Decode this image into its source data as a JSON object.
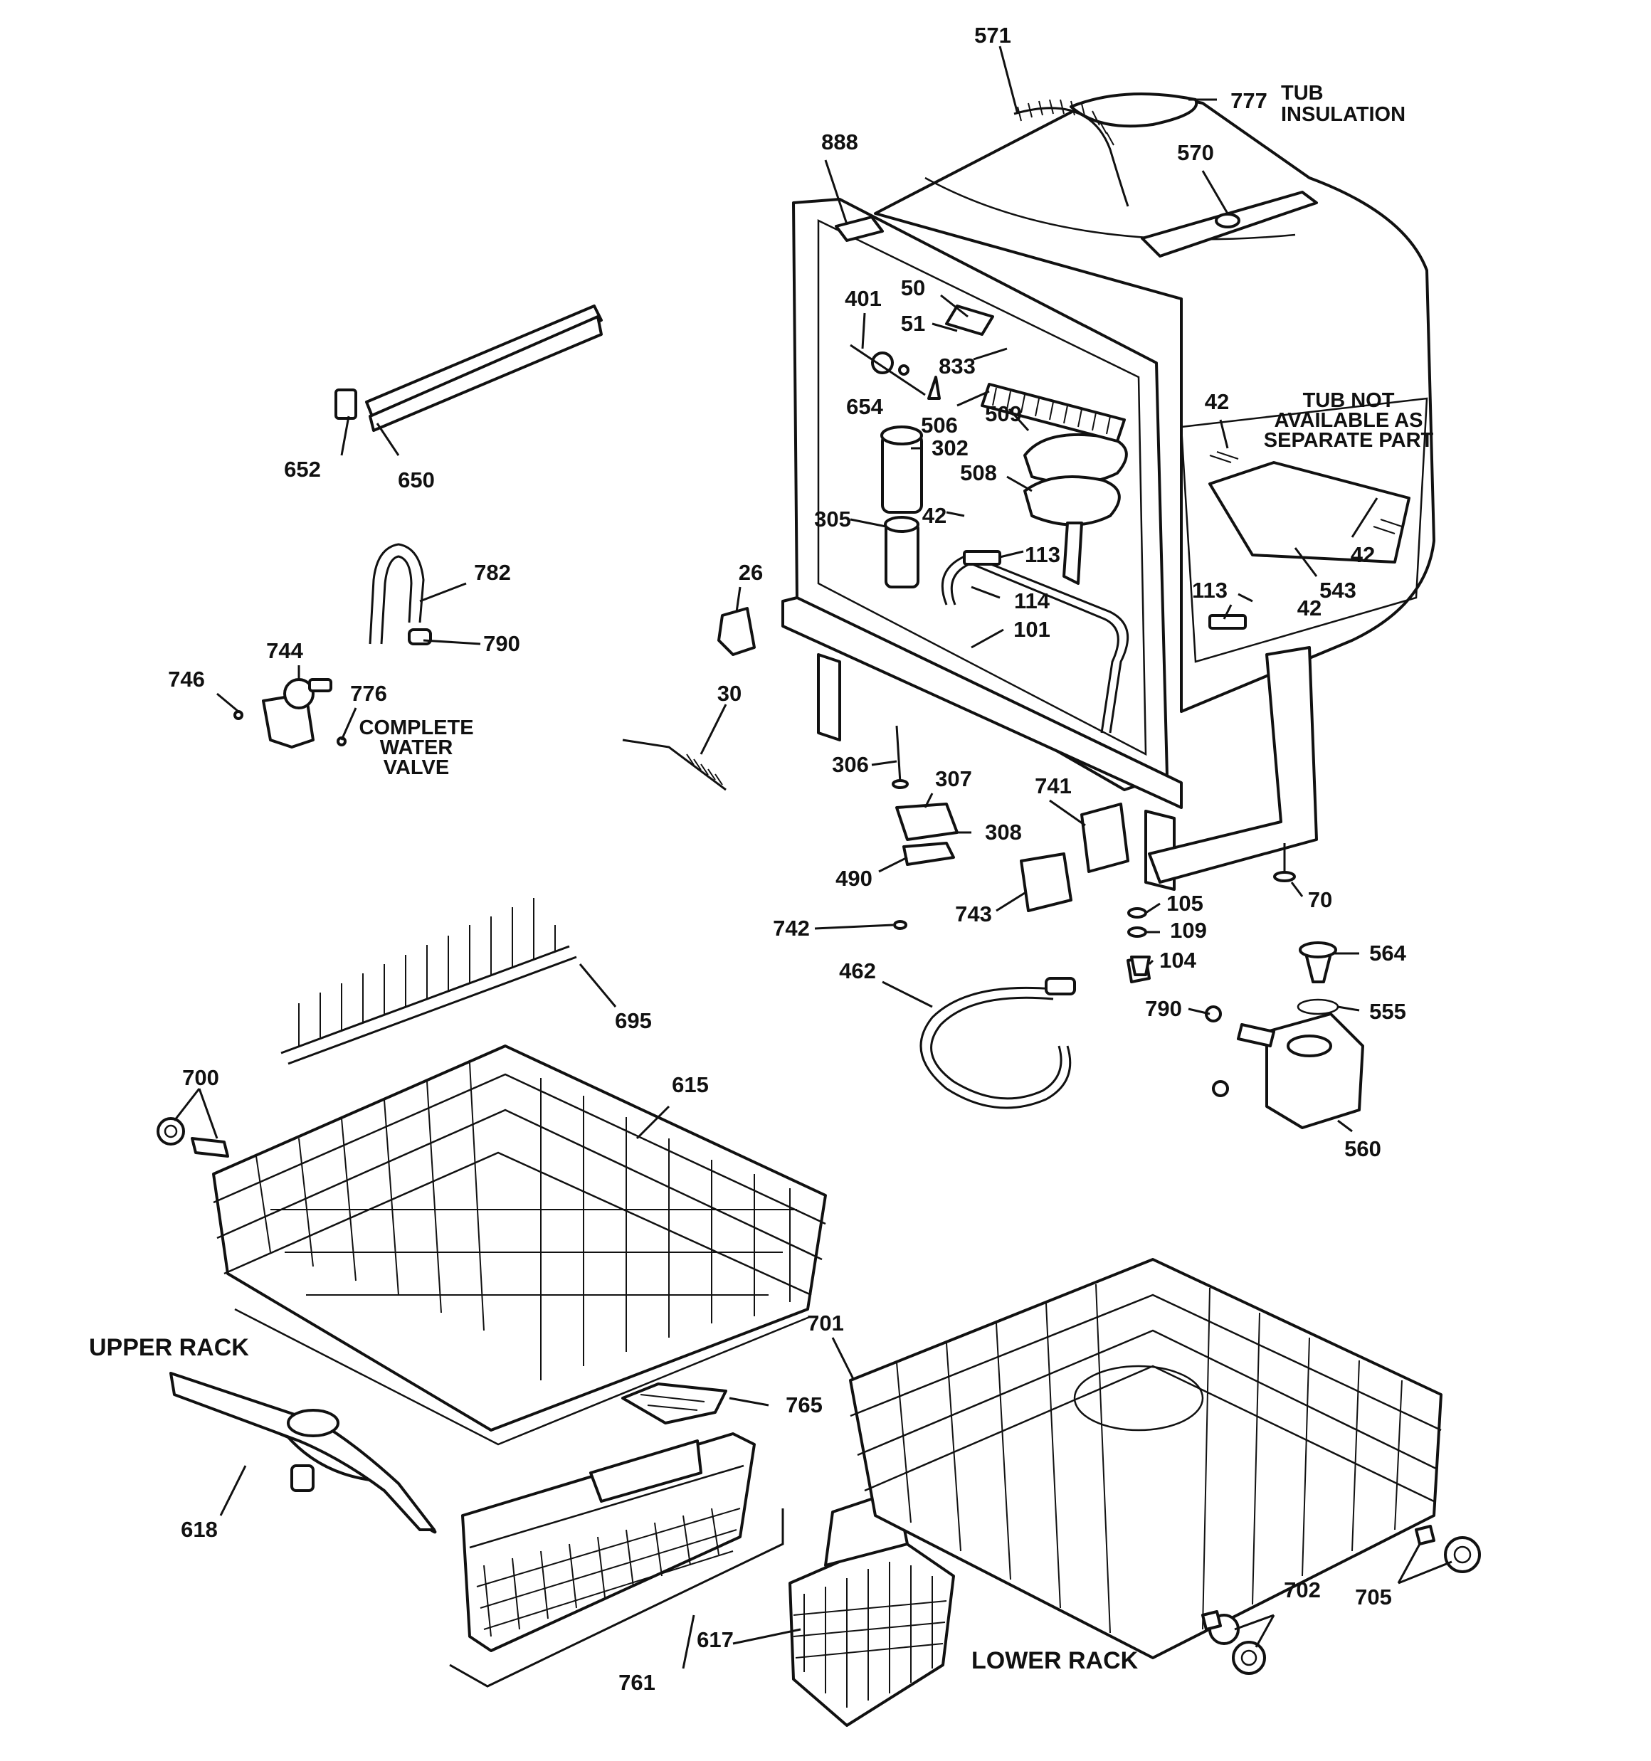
{
  "callouts": {
    "p571": "571",
    "p777": "777",
    "p888": "888",
    "p570": "570",
    "p50": "50",
    "p401": "401",
    "p51": "51",
    "p833": "833",
    "p654": "654",
    "p506": "506",
    "p302": "302",
    "p509": "509",
    "p508": "508",
    "p305": "305",
    "p42a": "42",
    "p42b": "42",
    "p42c": "42",
    "p42d": "42",
    "p113a": "113",
    "p113b": "113",
    "p114": "114",
    "p101": "101",
    "p543": "543",
    "p26": "26",
    "p30": "30",
    "p652": "652",
    "p650": "650",
    "p782": "782",
    "p790a": "790",
    "p744": "744",
    "p746": "746",
    "p776": "776",
    "p306": "306",
    "p307": "307",
    "p308": "308",
    "p741": "741",
    "p490": "490",
    "p743": "743",
    "p742": "742",
    "p105": "105",
    "p109": "109",
    "p104": "104",
    "p70": "70",
    "p564": "564",
    "p555": "555",
    "p790b": "790",
    "p560": "560",
    "p462": "462",
    "p695": "695",
    "p700": "700",
    "p615": "615",
    "p701": "701",
    "p765": "765",
    "p618": "618",
    "p761": "761",
    "p617": "617",
    "p702": "702",
    "p705": "705"
  },
  "notes": {
    "tub_insulation_1": "TUB",
    "tub_insulation_2": "INSULATION",
    "tub_not_1": "TUB NOT",
    "tub_not_2": "AVAILABLE AS",
    "tub_not_3": "SEPARATE PART",
    "water_valve_1": "COMPLETE",
    "water_valve_2": "WATER",
    "water_valve_3": "VALVE"
  },
  "sections": {
    "upper_rack": "UPPER RACK",
    "lower_rack": "LOWER RACK"
  }
}
